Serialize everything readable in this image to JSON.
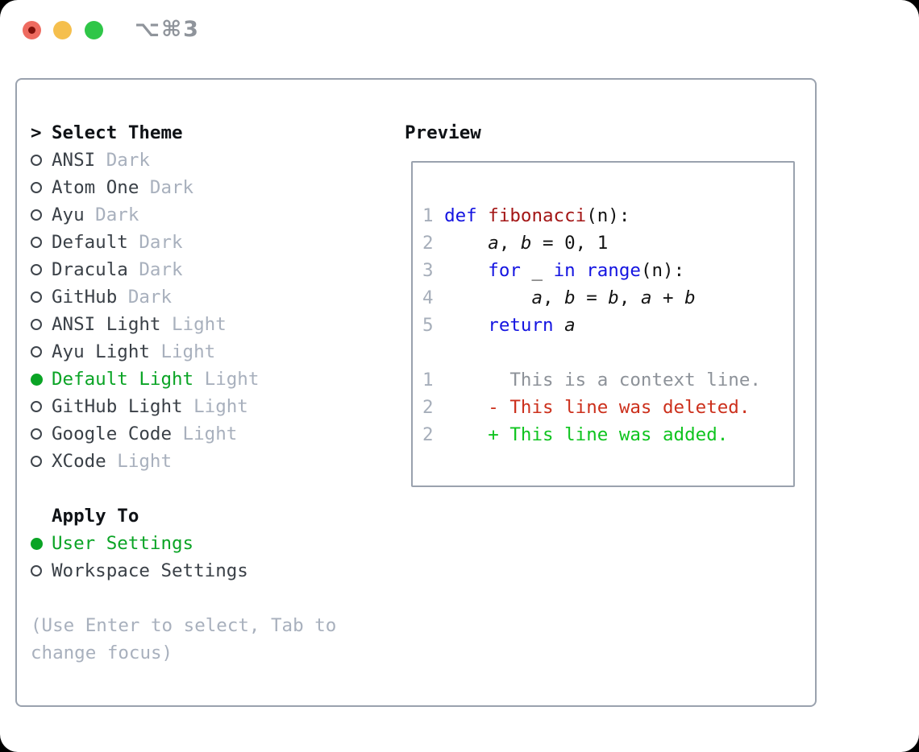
{
  "titlebar": {
    "shortcut": "⌥⌘3"
  },
  "colors": {
    "c-border": "#9aa2ae",
    "c-header": "#0f1216",
    "c-item": "#3a4047",
    "c-suffix": "#a8b0bd",
    "c-hint": "#a8b0bd",
    "c-sel": "#0aa425",
    "c-num": "#a6aeba",
    "c-ctx": "#8d9299",
    "c-kw": "#1414e1",
    "c-fn": "#a31515",
    "c-code": "#141414",
    "c-del": "#cc301c",
    "c-add": "#0fc41f",
    "c-title": "#8f949b",
    "tl-red": "#ee6b60",
    "tl-red-dot": "#7f100a",
    "tl-yellow": "#f5bf4d",
    "tl-green": "#2fc648"
  },
  "theme_picker": {
    "header_marker": ">",
    "header": "Select Theme",
    "items": [
      {
        "name": "ANSI",
        "variant": "Dark",
        "selected": false
      },
      {
        "name": "Atom One",
        "variant": "Dark",
        "selected": false
      },
      {
        "name": "Ayu",
        "variant": "Dark",
        "selected": false
      },
      {
        "name": "Default",
        "variant": "Dark",
        "selected": false
      },
      {
        "name": "Dracula",
        "variant": "Dark",
        "selected": false
      },
      {
        "name": "GitHub",
        "variant": "Dark",
        "selected": false
      },
      {
        "name": "ANSI Light",
        "variant": "Light",
        "selected": false
      },
      {
        "name": "Ayu Light",
        "variant": "Light",
        "selected": false
      },
      {
        "name": "Default Light",
        "variant": "Light",
        "selected": true
      },
      {
        "name": "GitHub Light",
        "variant": "Light",
        "selected": false
      },
      {
        "name": "Google Code",
        "variant": "Light",
        "selected": false
      },
      {
        "name": "XCode",
        "variant": "Light",
        "selected": false
      }
    ]
  },
  "apply_to": {
    "header": "Apply To",
    "options": [
      {
        "label": "User Settings",
        "selected": true
      },
      {
        "label": "Workspace Settings",
        "selected": false
      }
    ]
  },
  "hint": "(Use Enter to select, Tab to change focus)",
  "preview": {
    "header": "Preview",
    "lines": [
      [],
      [
        {
          "t": "1",
          "s": "num"
        },
        {
          "t": " ",
          "s": "d"
        },
        {
          "t": "def",
          "s": "kw"
        },
        {
          "t": " ",
          "s": "d"
        },
        {
          "t": "fibonacci",
          "s": "fn"
        },
        {
          "t": "(n):",
          "s": "d"
        }
      ],
      [
        {
          "t": "2",
          "s": "num"
        },
        {
          "t": "     ",
          "s": "d"
        },
        {
          "t": "a",
          "s": "var"
        },
        {
          "t": ", ",
          "s": "d"
        },
        {
          "t": "b",
          "s": "var"
        },
        {
          "t": " = 0, 1",
          "s": "d"
        }
      ],
      [
        {
          "t": "3",
          "s": "num"
        },
        {
          "t": "     ",
          "s": "d"
        },
        {
          "t": "for",
          "s": "kw"
        },
        {
          "t": " _ ",
          "s": "d"
        },
        {
          "t": "in",
          "s": "kw"
        },
        {
          "t": " ",
          "s": "d"
        },
        {
          "t": "range",
          "s": "kw"
        },
        {
          "t": "(n):",
          "s": "d"
        }
      ],
      [
        {
          "t": "4",
          "s": "num"
        },
        {
          "t": "         ",
          "s": "d"
        },
        {
          "t": "a",
          "s": "var"
        },
        {
          "t": ", ",
          "s": "d"
        },
        {
          "t": "b",
          "s": "var"
        },
        {
          "t": " = ",
          "s": "d"
        },
        {
          "t": "b",
          "s": "var"
        },
        {
          "t": ", ",
          "s": "d"
        },
        {
          "t": "a",
          "s": "var"
        },
        {
          "t": " + ",
          "s": "d"
        },
        {
          "t": "b",
          "s": "var"
        }
      ],
      [
        {
          "t": "5",
          "s": "num"
        },
        {
          "t": "     ",
          "s": "d"
        },
        {
          "t": "return",
          "s": "kw"
        },
        {
          "t": " ",
          "s": "d"
        },
        {
          "t": "a",
          "s": "var"
        }
      ],
      [],
      [
        {
          "t": "1",
          "s": "num"
        },
        {
          "t": "       This is a context line.",
          "s": "ctx"
        }
      ],
      [
        {
          "t": "2",
          "s": "num"
        },
        {
          "t": "     - This line was deleted.",
          "s": "del"
        }
      ],
      [
        {
          "t": "2",
          "s": "num"
        },
        {
          "t": "     + This line was added.",
          "s": "add"
        }
      ]
    ]
  }
}
